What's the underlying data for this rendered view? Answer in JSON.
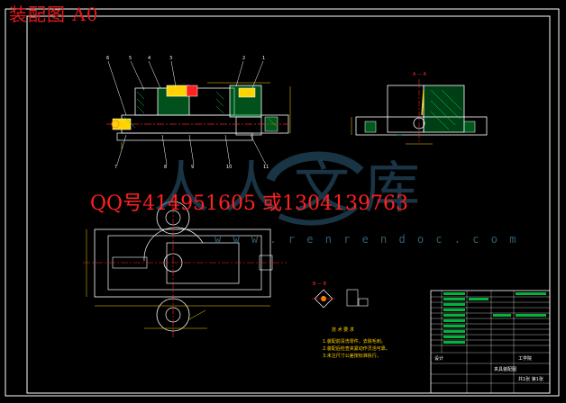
{
  "drawing": {
    "title": "装配图 A0",
    "contact": "QQ号414951605  或1304139763",
    "watermark_brand": "人人文库",
    "watermark_site": "w w w . r e n r e n d o c . c o m",
    "section_label_aa": "A — A",
    "section_label_bb": "B — B",
    "notes_heading": "技 术 要 求",
    "notes": [
      "1.装配前清洗零件，去除毛刺。",
      "2.装配后检查夹紧动作灵活可靠。",
      "3.未注尺寸公差按标准执行。"
    ],
    "callouts_top": [
      "6",
      "5",
      "4",
      "3",
      "2",
      "1"
    ],
    "callouts_bottom": [
      "7",
      "8",
      "9",
      "10",
      "11"
    ],
    "title_block": {
      "designer_label": "设计",
      "drawing_name": "夹具装配图",
      "school": "工学院",
      "sheet": "共1张 第1张"
    }
  },
  "colors": {
    "background": "#000000",
    "frame": "#ffffff",
    "outline": "#ffffff",
    "centerline": "#ff2020",
    "hatch": "#00e640",
    "dimension": "#ffd400",
    "section_mark": "#00e0e0",
    "watermark": "#2e5f7d",
    "title_text": "#e31a1a"
  }
}
